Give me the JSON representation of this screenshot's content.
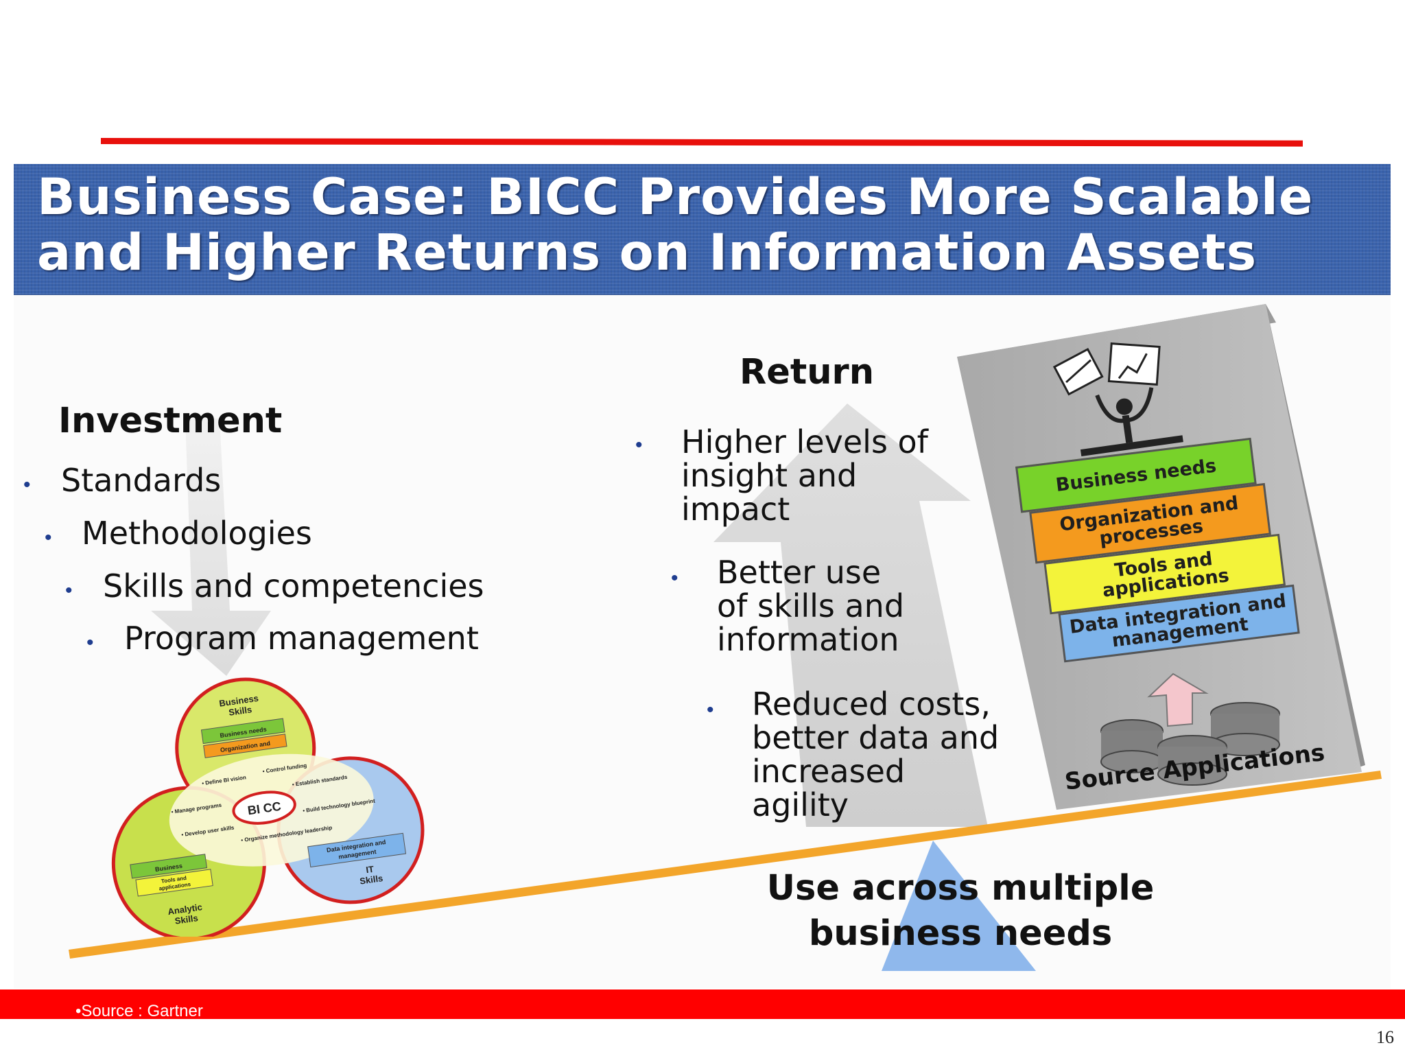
{
  "slide": {
    "title_line1": "Business Case: BICC Provides More Scalable",
    "title_line2": "and Higher Returns on Information Assets",
    "page_number": "16",
    "footer_source": "•Source : Gartner"
  },
  "investment": {
    "heading": "Investment",
    "items": [
      "Standards",
      "Methodologies",
      "Skills and competencies",
      "Program management"
    ]
  },
  "return": {
    "heading": "Return",
    "items": [
      [
        "Higher levels of",
        "insight and",
        "impact"
      ],
      [
        "Better use",
        "of skills and",
        "information"
      ],
      [
        "Reduced costs,",
        "better data and",
        "increased",
        "agility"
      ]
    ]
  },
  "stack": {
    "layers": [
      {
        "lines": [
          "Business needs"
        ],
        "color": "#78d22a"
      },
      {
        "lines": [
          "Organization and",
          "processes"
        ],
        "color": "#f49a1e"
      },
      {
        "lines": [
          "Tools and",
          "applications"
        ],
        "color": "#f3f33a"
      },
      {
        "lines": [
          "Data integration and",
          "management"
        ],
        "color": "#7db3ea"
      }
    ],
    "base_label": "Source Applications"
  },
  "bottom_label": [
    "Use across multiple",
    "business needs"
  ],
  "venn": {
    "center": "BI CC",
    "top_title": [
      "Business",
      "Skills"
    ],
    "top_rows": [
      "Business needs",
      "Organization and"
    ],
    "left_title": [
      "Analytic",
      "Skills"
    ],
    "left_rows": [
      "Business",
      "Tools and",
      "applications"
    ],
    "right_title": [
      "IT",
      "Skills"
    ],
    "right_rows": [
      "Data integration and",
      "management"
    ],
    "center_items": [
      "• Define BI vision",
      "• Control funding",
      "• Establish standards",
      "• Manage programs",
      "• Build technology blueprint",
      "• Develop user skills",
      "• Organize methodology leadership"
    ]
  },
  "colors": {
    "accent_red": "#e8100c",
    "title_blue": "#3a63ad",
    "baseline_orange": "#f3a52a",
    "triangle_blue": "#8fb8ec"
  }
}
